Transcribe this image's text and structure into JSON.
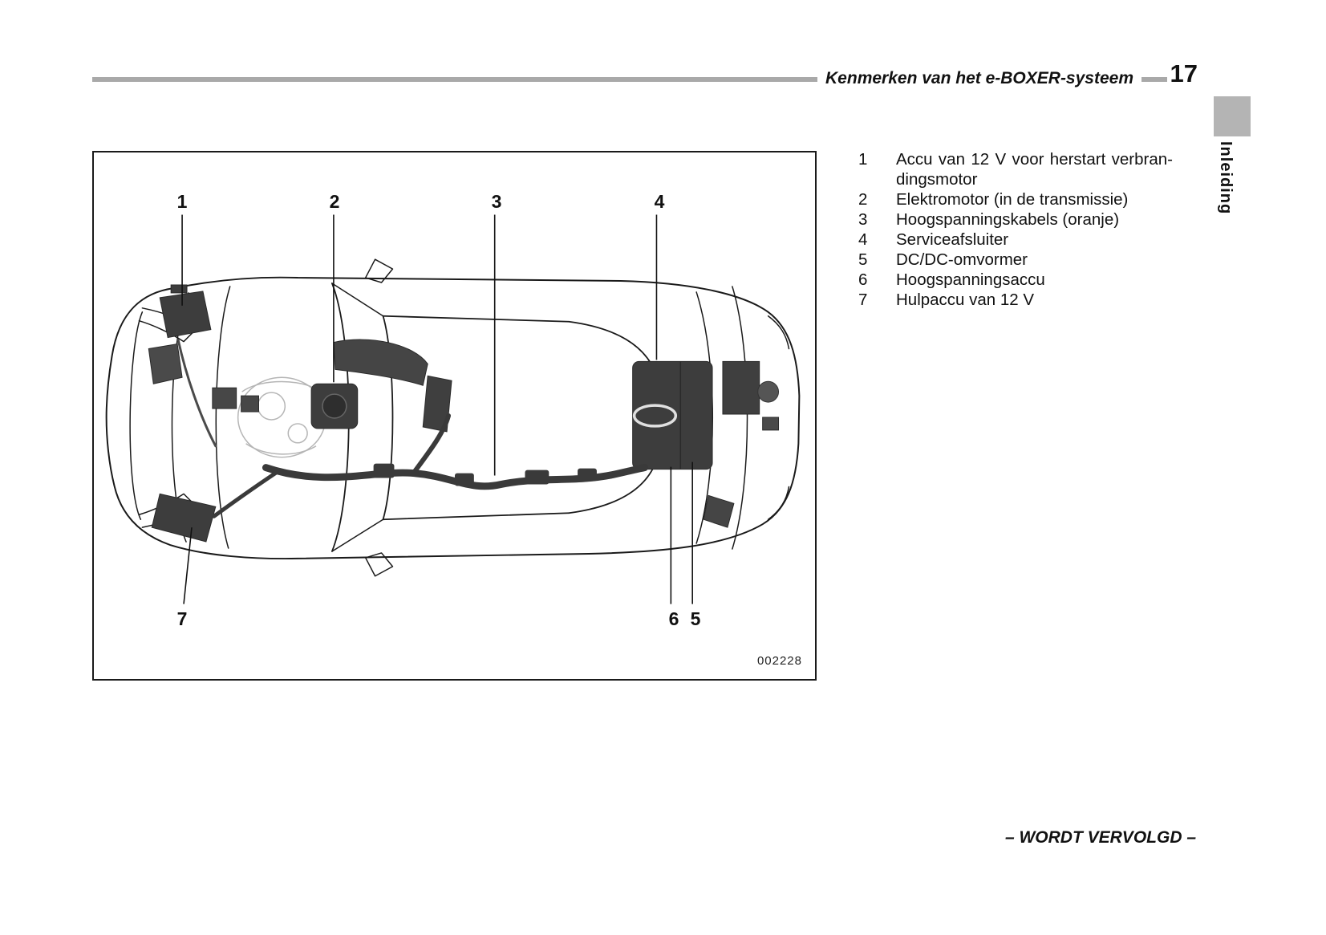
{
  "header": {
    "title": "Kenmerken van het e-BOXER-systeem",
    "page_number": "17"
  },
  "side_tab": {
    "label": "Inleiding"
  },
  "figure": {
    "code": "002228",
    "callouts": {
      "top": [
        "1",
        "2",
        "3",
        "4"
      ],
      "bottom_left": "7",
      "bottom_right": [
        "6",
        "5"
      ]
    }
  },
  "legend": [
    {
      "num": "1",
      "text": "Accu van 12 V voor herstart verbran-dingsmotor"
    },
    {
      "num": "2",
      "text": "Elektromotor (in de transmissie)"
    },
    {
      "num": "3",
      "text": "Hoogspanningskabels (oranje)"
    },
    {
      "num": "4",
      "text": "Serviceafsluiter"
    },
    {
      "num": "5",
      "text": "DC/DC-omvormer"
    },
    {
      "num": "6",
      "text": "Hoogspanningsaccu"
    },
    {
      "num": "7",
      "text": "Hulpaccu van 12 V"
    }
  ],
  "footer": {
    "text": "– WORDT VERVOLGD –"
  }
}
